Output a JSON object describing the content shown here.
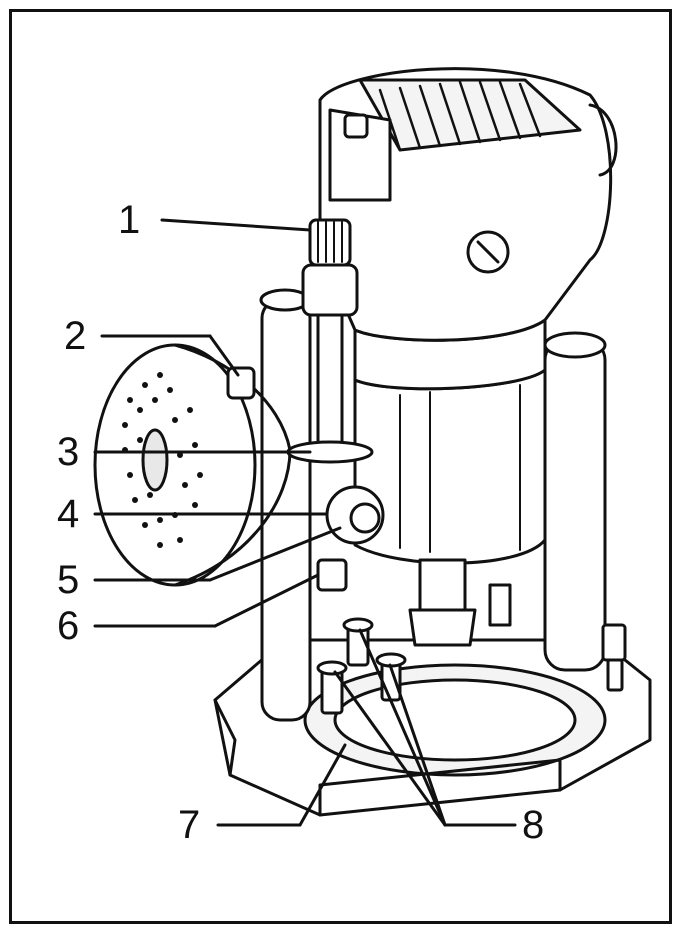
{
  "figure": {
    "subject": "router-illustration",
    "colors": {
      "line": "#111111",
      "fill": "#ffffff",
      "shade": "#e8e8e8"
    }
  },
  "callouts": [
    {
      "id": "1",
      "label": "1"
    },
    {
      "id": "2",
      "label": "2"
    },
    {
      "id": "3",
      "label": "3"
    },
    {
      "id": "4",
      "label": "4"
    },
    {
      "id": "5",
      "label": "5"
    },
    {
      "id": "6",
      "label": "6"
    },
    {
      "id": "7",
      "label": "7"
    },
    {
      "id": "8",
      "label": "8"
    }
  ]
}
